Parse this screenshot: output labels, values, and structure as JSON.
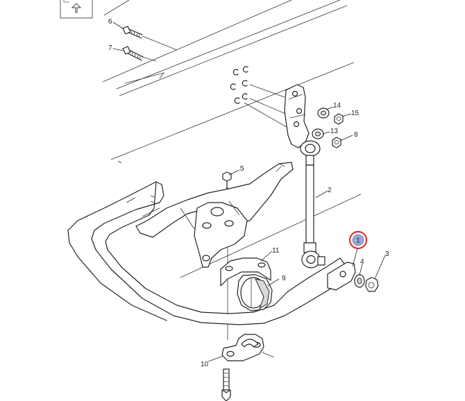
{
  "callouts": {
    "c1": "1",
    "c2": "2",
    "c3": "3",
    "c4": "4",
    "c5": "5",
    "c6": "6",
    "c7": "7",
    "c8": "8",
    "c9": "9",
    "c10": "10",
    "c11": "11",
    "c13": "13",
    "c14": "14",
    "c15": "15"
  },
  "selected_callout": "1",
  "icons": {
    "corner_nav": "up-arrow-icon"
  },
  "colors": {
    "line": "#222222",
    "selection_ring": "#d42f2f",
    "selection_fill": "#9aa9d6",
    "background": "#ffffff"
  }
}
